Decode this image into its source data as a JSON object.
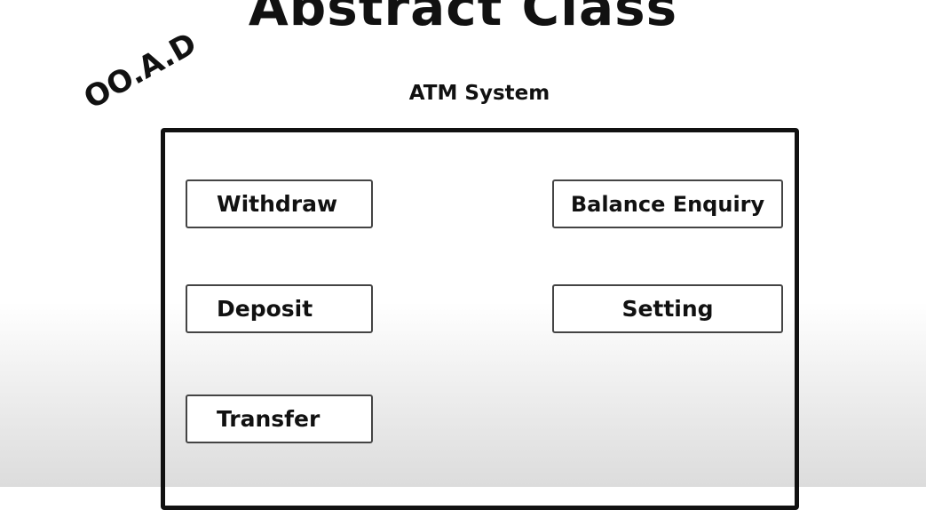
{
  "title": "Abstract Class",
  "stamp": "OO.A.D",
  "system": {
    "label": "ATM System"
  },
  "functions": {
    "withdraw": "Withdraw",
    "deposit": "Deposit",
    "transfer": "Transfer",
    "balance_enquiry": "Balance Enquiry",
    "setting": "Setting"
  }
}
